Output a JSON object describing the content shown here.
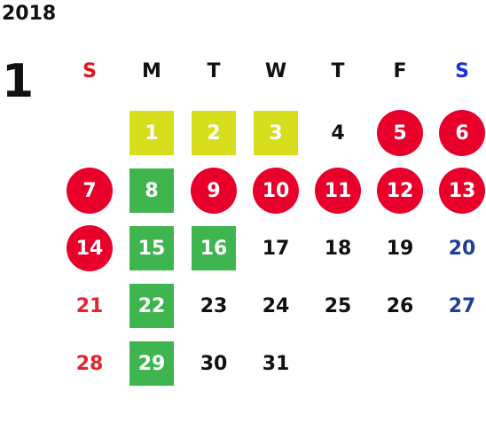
{
  "year": "2018",
  "month": "1",
  "colors": {
    "holiday": "#e8002a",
    "new_year": "#d7de1e",
    "green": "#3fb54f",
    "sunday": "#e0262e",
    "saturday": "#1f3f9a"
  },
  "weekdays": [
    "S",
    "M",
    "T",
    "W",
    "T",
    "F",
    "S"
  ],
  "weeks": [
    [
      null,
      {
        "d": "1",
        "s": "new-year"
      },
      {
        "d": "2",
        "s": "new-year"
      },
      {
        "d": "3",
        "s": "new-year"
      },
      {
        "d": "4",
        "s": ""
      },
      {
        "d": "5",
        "s": "holiday"
      },
      {
        "d": "6",
        "s": "holiday"
      }
    ],
    [
      {
        "d": "7",
        "s": "holiday"
      },
      {
        "d": "8",
        "s": "school"
      },
      {
        "d": "9",
        "s": "holiday"
      },
      {
        "d": "10",
        "s": "holiday"
      },
      {
        "d": "11",
        "s": "holiday"
      },
      {
        "d": "12",
        "s": "holiday"
      },
      {
        "d": "13",
        "s": "holiday"
      }
    ],
    [
      {
        "d": "14",
        "s": "holiday"
      },
      {
        "d": "15",
        "s": "school"
      },
      {
        "d": "16",
        "s": "school"
      },
      {
        "d": "17",
        "s": ""
      },
      {
        "d": "18",
        "s": ""
      },
      {
        "d": "19",
        "s": ""
      },
      {
        "d": "20",
        "s": "saturday"
      }
    ],
    [
      {
        "d": "21",
        "s": "sunday"
      },
      {
        "d": "22",
        "s": "school"
      },
      {
        "d": "23",
        "s": ""
      },
      {
        "d": "24",
        "s": ""
      },
      {
        "d": "25",
        "s": ""
      },
      {
        "d": "26",
        "s": ""
      },
      {
        "d": "27",
        "s": "saturday"
      }
    ],
    [
      {
        "d": "28",
        "s": "sunday"
      },
      {
        "d": "29",
        "s": "school"
      },
      {
        "d": "30",
        "s": ""
      },
      {
        "d": "31",
        "s": ""
      },
      null,
      null,
      null
    ]
  ]
}
